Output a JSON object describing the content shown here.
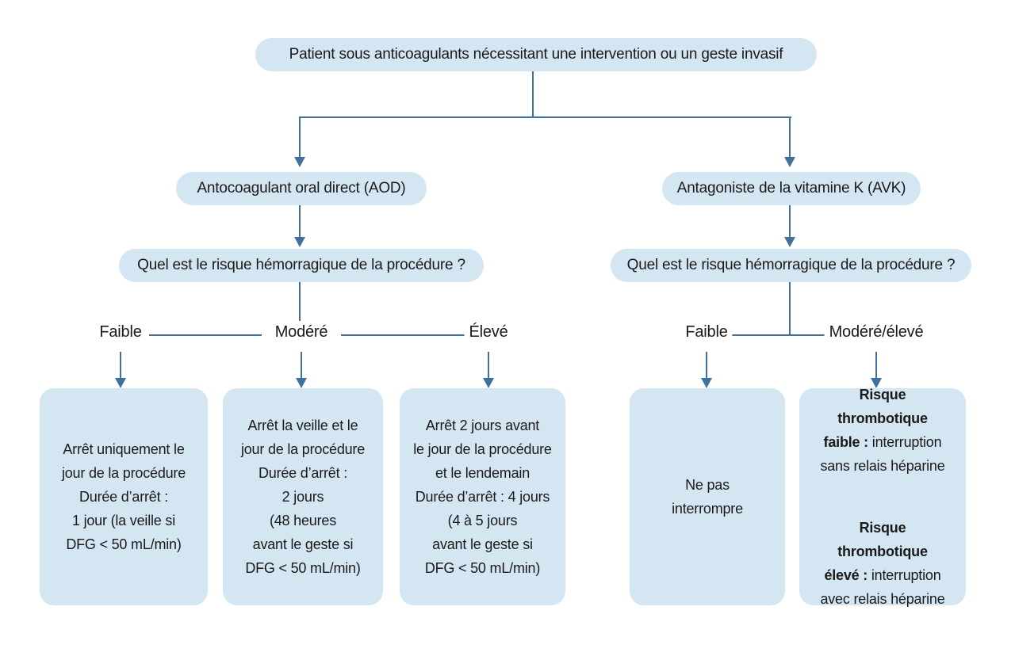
{
  "colors": {
    "box_fill": "#d5e6f3",
    "line": "#3f719c",
    "text": "#1a1a1a",
    "background": "#ffffff"
  },
  "root": {
    "label": "Patient sous anticoagulants nécessitant une intervention ou un geste invasif"
  },
  "branches": [
    {
      "label": "Antocoagulant oral direct (AOD)",
      "question": "Quel est le risque hémorragique de la procédure ?",
      "options": [
        {
          "label": "Faible",
          "outcome": "Arrêt uniquement le\njour de la procédure\nDurée d’arrêt :\n1 jour (la veille si\nDFG < 50 mL/min)"
        },
        {
          "label": "Modéré",
          "outcome": "Arrêt la veille et le\njour de la procédure\nDurée d’arrêt :\n2 jours\n(48 heures\navant le geste si\nDFG < 50 mL/min)"
        },
        {
          "label": "Élevé",
          "outcome": "Arrêt 2 jours avant\nle jour de la procédure\net le lendemain\nDurée d’arrêt : 4 jours\n(4 à 5 jours\navant le geste si\nDFG < 50 mL/min)"
        }
      ]
    },
    {
      "label": "Antagoniste de la vitamine K (AVK)",
      "question": "Quel est le risque hémorragique de la procédure ?",
      "options": [
        {
          "label": "Faible",
          "outcome": "Ne pas\ninterrompre"
        },
        {
          "label": "Modéré/élevé",
          "outcome_parts": {
            "p1_bold": "Risque\nthrombotique\nfaible :",
            "p1_rest": " interruption\nsans relais héparine",
            "p2_bold": "Risque\nthrombotique\nélevé :",
            "p2_rest": " interruption\navec relais héparine"
          }
        }
      ]
    }
  ]
}
